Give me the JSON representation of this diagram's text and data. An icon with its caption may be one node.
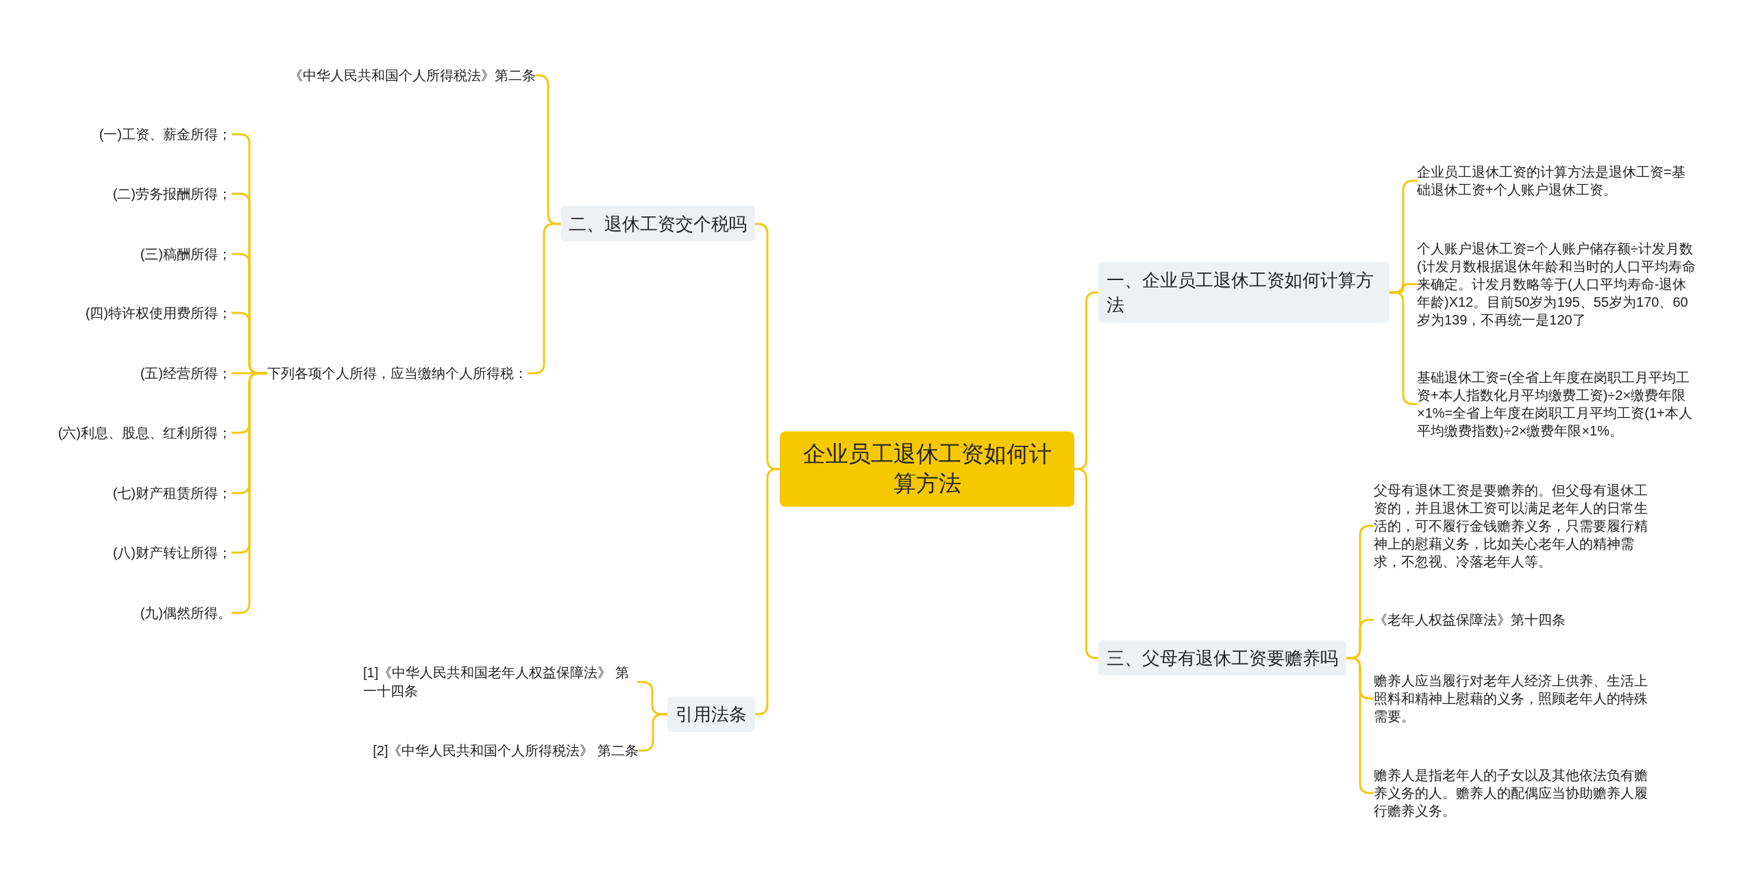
{
  "diagram": {
    "nodes": [
      {
        "text": [
          "企业员工退休工资如何计算方法"
        ]
      },
      {
        "text": [
          "二、退休工资交个税吗"
        ]
      },
      {
        "text": [
          "《中华人民共和国个人所得税法》第二条"
        ]
      },
      {
        "text": [
          "下列各项个人所得，应当缴纳个人所得税："
        ]
      },
      {
        "text": [
          "(一)工资、薪金所得；"
        ]
      },
      {
        "text": [
          "(二)劳务报酬所得；"
        ]
      },
      {
        "text": [
          "(三)稿酬所得；"
        ]
      },
      {
        "text": [
          "(四)特许权使用费所得；"
        ]
      },
      {
        "text": [
          "(五)经营所得；"
        ]
      },
      {
        "text": [
          "(六)利息、股息、红利所得；"
        ]
      },
      {
        "text": [
          "(七)财产租赁所得；"
        ]
      },
      {
        "text": [
          "(八)财产转让所得；"
        ]
      },
      {
        "text": [
          "(九)偶然所得。"
        ]
      },
      {
        "text": [
          "引用法条"
        ]
      },
      {
        "text": [
          "[1]《中华人民共和国老年人权益保障法》 第一十四条"
        ]
      },
      {
        "text": [
          "[2]《中华人民共和国个人所得税法》 第二条"
        ]
      },
      {
        "text": [
          "一、企业员工退休工资如何计算方法"
        ]
      },
      {
        "text": [
          "企业员工退休工资的计算方法是退休工资=基础退休工资+个人账户退休工资。"
        ]
      },
      {
        "text": [
          "个人账户退休工资=个人账户储存额÷计发月数(计发月数根据退休年龄和当时的人口平均寿命来确定。计发月数略等于(人口平均寿命-退休年龄)X12。目前50岁为195、55岁为170、60岁为139，不再统一是120了"
        ]
      },
      {
        "text": [
          "基础退休工资=(全省上年度在岗职工月平均工资+本人指数化月平均缴费工资)÷2×缴费年限×1%=全省上年度在岗职工月平均工资(1+本人平均缴费指数)÷2×缴费年限×1%。"
        ]
      },
      {
        "text": [
          "三、父母有退休工资要赡养吗"
        ]
      },
      {
        "text": [
          "父母有退休工资是要赡养的。但父母有退休工资的，并且退休工资可以满足老年人的日常生活的，可不履行金钱赡养义务，只需要履行精神上的慰藉义务，比如关心老年人的精神需求，不忽视、冷落老年人等。"
        ]
      },
      {
        "text": [
          "《老年人权益保障法》第十四条"
        ]
      },
      {
        "text": [
          "赡养人应当履行对老年人经济上供养、生活上照料和精神上慰藉的义务，照顾老年人的特殊需要。"
        ]
      },
      {
        "text": [
          "赡养人是指老年人的子女以及其他依法负有赡养义务的人。赡养人的配偶应当协助赡养人履行赡养义务。"
        ]
      }
    ],
    "edges": [
      {
        "from": 0,
        "to": 1,
        "arrow": "none"
      },
      {
        "from": 1,
        "to": 2,
        "arrow": "none"
      },
      {
        "from": 1,
        "to": 3,
        "arrow": "none"
      },
      {
        "from": 3,
        "to": 4,
        "arrow": "none"
      },
      {
        "from": 3,
        "to": 5,
        "arrow": "none"
      },
      {
        "from": 3,
        "to": 6,
        "arrow": "none"
      },
      {
        "from": 3,
        "to": 7,
        "arrow": "none"
      },
      {
        "from": 3,
        "to": 8,
        "arrow": "none"
      },
      {
        "from": 3,
        "to": 9,
        "arrow": "none"
      },
      {
        "from": 3,
        "to": 10,
        "arrow": "none"
      },
      {
        "from": 3,
        "to": 11,
        "arrow": "none"
      },
      {
        "from": 3,
        "to": 12,
        "arrow": "none"
      },
      {
        "from": 0,
        "to": 13,
        "arrow": "none"
      },
      {
        "from": 13,
        "to": 14,
        "arrow": "none"
      },
      {
        "from": 13,
        "to": 15,
        "arrow": "none"
      },
      {
        "from": 0,
        "to": 16,
        "arrow": "none"
      },
      {
        "from": 16,
        "to": 17,
        "arrow": "none"
      },
      {
        "from": 16,
        "to": 18,
        "arrow": "none"
      },
      {
        "from": 16,
        "to": 19,
        "arrow": "none"
      },
      {
        "from": 0,
        "to": 20,
        "arrow": "none"
      },
      {
        "from": 20,
        "to": 21,
        "arrow": "none"
      },
      {
        "from": 20,
        "to": 22,
        "arrow": "none"
      },
      {
        "from": 20,
        "to": 23,
        "arrow": "none"
      },
      {
        "from": 20,
        "to": 24,
        "arrow": "none"
      }
    ]
  }
}
